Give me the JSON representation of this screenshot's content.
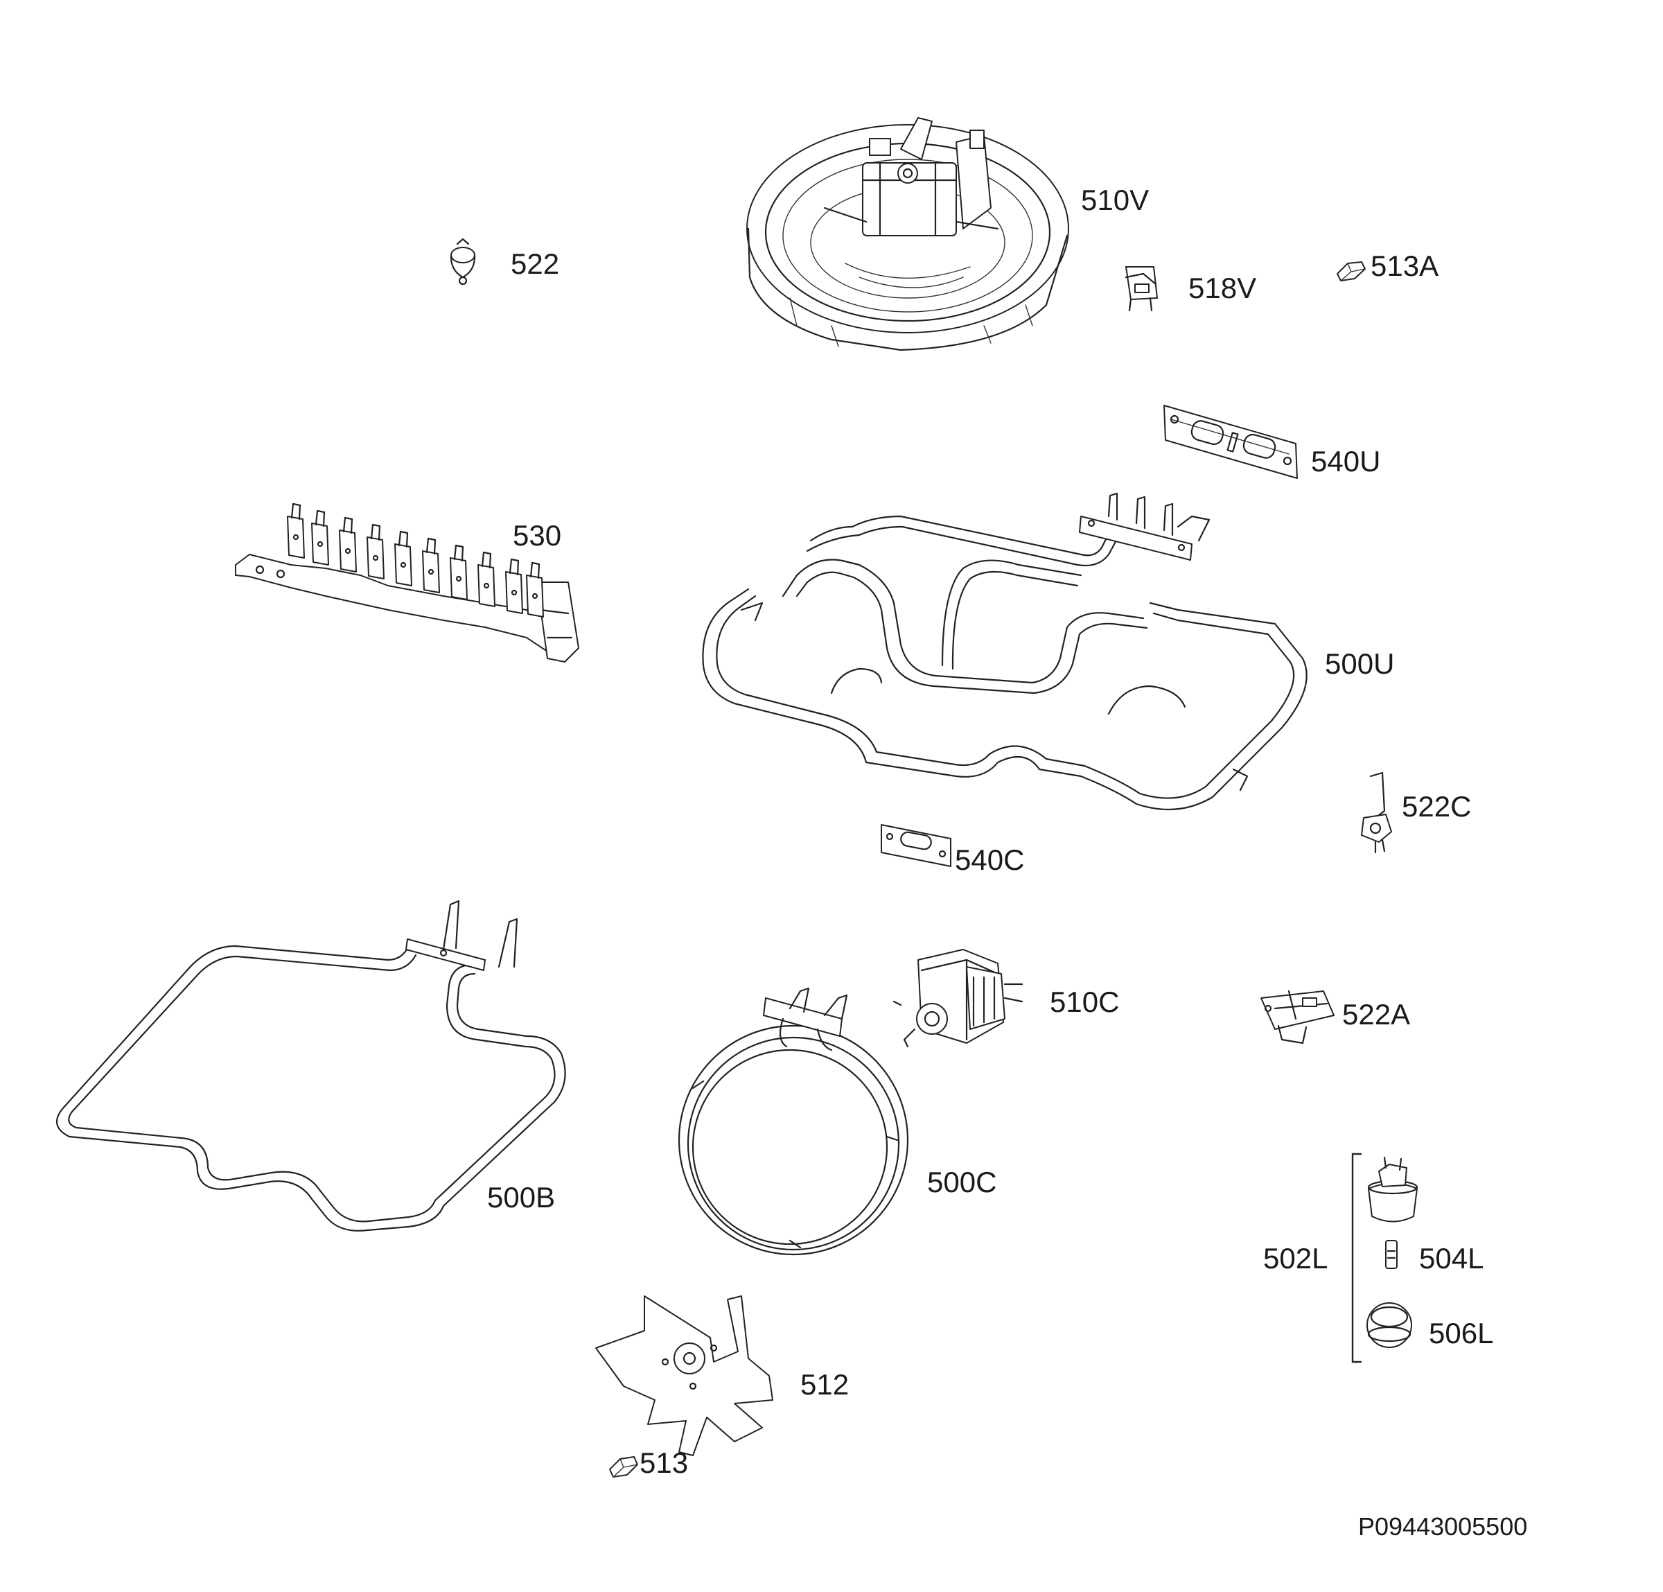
{
  "drawing_ref": "P09443005500",
  "parts": [
    {
      "id": "510V"
    },
    {
      "id": "522"
    },
    {
      "id": "518V"
    },
    {
      "id": "513A"
    },
    {
      "id": "540U"
    },
    {
      "id": "530"
    },
    {
      "id": "500U"
    },
    {
      "id": "522C"
    },
    {
      "id": "540C"
    },
    {
      "id": "500B"
    },
    {
      "id": "510C"
    },
    {
      "id": "522A"
    },
    {
      "id": "500C"
    },
    {
      "id": "502L"
    },
    {
      "id": "504L"
    },
    {
      "id": "506L"
    },
    {
      "id": "512"
    },
    {
      "id": "513"
    }
  ]
}
